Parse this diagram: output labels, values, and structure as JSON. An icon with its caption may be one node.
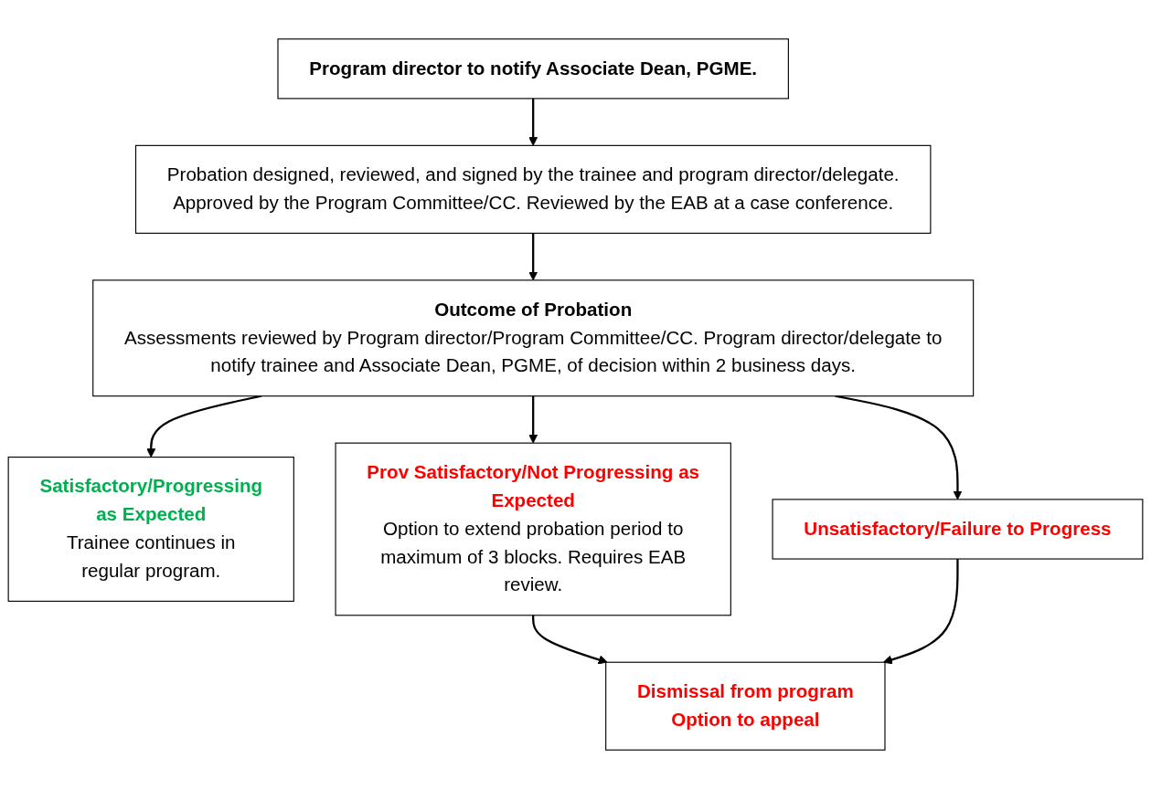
{
  "diagram": {
    "nodes": [
      {
        "text": [
          "Program director to notify Associate Dean, PGME."
        ]
      },
      {
        "text": [
          "Probation designed, reviewed, and signed by the trainee and program director/delegate. Approved by the Program Committee/CC. Reviewed by the EAB at a case conference."
        ]
      },
      {
        "text": [
          "Outcome of Probation",
          "Assessments reviewed by Program director/Program Committee/CC. Program director/delegate to notify trainee and Associate Dean, PGME, of decision within 2 business days."
        ]
      },
      {
        "text": [
          "Satisfactory/Progressing as Expected",
          "Trainee continues in regular program."
        ]
      },
      {
        "text": [
          "Prov Satisfactory/Not Progressing as Expected",
          "Option to extend probation period to maximum of 3 blocks. Requires EAB review."
        ]
      },
      {
        "text": [
          "Unsatisfactory/Failure to Progress"
        ]
      },
      {
        "text": [
          "Dismissal from program",
          "Option to appeal"
        ]
      }
    ],
    "edges": [
      {
        "from": 0,
        "to": 1,
        "arrow": "to"
      },
      {
        "from": 1,
        "to": 2,
        "arrow": "to"
      },
      {
        "from": 2,
        "to": 3,
        "arrow": "to"
      },
      {
        "from": 2,
        "to": 4,
        "arrow": "to"
      },
      {
        "from": 2,
        "to": 5,
        "arrow": "to"
      },
      {
        "from": 4,
        "to": 6,
        "arrow": "to"
      },
      {
        "from": 5,
        "to": 6,
        "arrow": "to"
      }
    ]
  }
}
